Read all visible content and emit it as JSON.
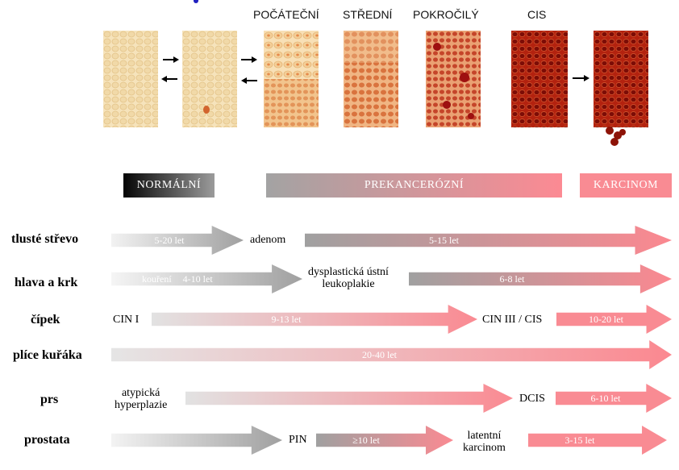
{
  "stages": {
    "early": "POČÁTEČNÍ",
    "intermediate": "STŘEDNÍ",
    "advanced": "POKROČILÝ",
    "cis": "CIS"
  },
  "phases": {
    "normal": "NORMÁLNÍ",
    "precancerous": "PREKANCERÓZNÍ",
    "carcinoma": "KARCINOM"
  },
  "rows": {
    "colon": {
      "label": "tlusté střevo",
      "arrow1": "5-20 let",
      "term1": "adenom",
      "arrow2": "5-15 let"
    },
    "headneck": {
      "label": "hlava a krk",
      "arrow1a": "kouření",
      "arrow1b": "4-10 let",
      "term1a": "dysplastická ústní",
      "term1b": "leukoplakie",
      "arrow2": "6-8 let"
    },
    "cervix": {
      "label": "čípek",
      "term0": "CIN I",
      "arrow1": "9-13 let",
      "term1": "CIN III / CIS",
      "arrow2": "10-20 let"
    },
    "lung": {
      "label": "plíce kuřáka",
      "arrow1": "20-40 let"
    },
    "breast": {
      "label": "prs",
      "term0a": "atypická",
      "term0b": "hyperplazie",
      "term1": "DCIS",
      "arrow2": "6-10 let"
    },
    "prostate": {
      "label": "prostata",
      "term1": "PIN",
      "arrow1": "≥10 let",
      "term2a": "latentní",
      "term2b": "karcinom",
      "arrow2": "3-15 let"
    }
  },
  "colors": {
    "normal_dark": "#111111",
    "gray": "#a6a6a6",
    "pink": "#f98b93",
    "tissue_normal": "#f3ddb0",
    "tissue_dysplasia": "#e8a36f",
    "tissue_cancer": "#a3140e"
  }
}
